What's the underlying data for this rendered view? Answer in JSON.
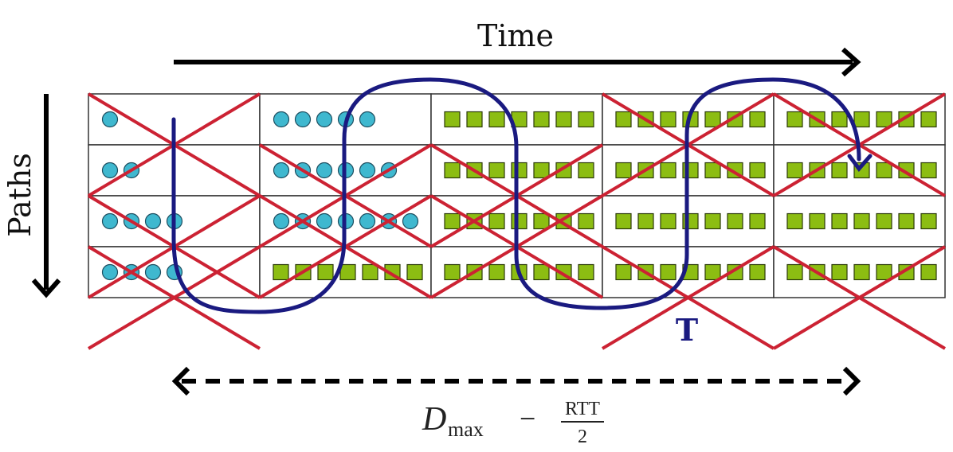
{
  "labels": {
    "time": "Time",
    "paths": "Paths",
    "t_marker": "T",
    "formula_d": "D",
    "formula_sub": "max",
    "formula_minus": "−",
    "formula_num": "RTT",
    "formula_den": "2"
  },
  "grid": {
    "rows": 4,
    "cols": 5,
    "cells": [
      [
        {
          "shape": "circle",
          "count": 1
        },
        {
          "shape": "circle",
          "count": 5
        },
        {
          "shape": "square",
          "count": 7
        },
        {
          "shape": "square",
          "count": 7
        },
        {
          "shape": "square",
          "count": 7
        }
      ],
      [
        {
          "shape": "circle",
          "count": 2
        },
        {
          "shape": "circle",
          "count": 6
        },
        {
          "shape": "square",
          "count": 7
        },
        {
          "shape": "square",
          "count": 7
        },
        {
          "shape": "square",
          "count": 7
        }
      ],
      [
        {
          "shape": "circle",
          "count": 4
        },
        {
          "shape": "circle",
          "count": 7
        },
        {
          "shape": "square",
          "count": 7
        },
        {
          "shape": "square",
          "count": 7
        },
        {
          "shape": "square",
          "count": 7
        }
      ],
      [
        {
          "shape": "circle",
          "count": 4
        },
        {
          "shape": "square",
          "count": 7
        },
        {
          "shape": "square",
          "count": 7
        },
        {
          "shape": "square",
          "count": 7
        },
        {
          "shape": "square",
          "count": 7
        }
      ]
    ],
    "crossed": [
      [
        0,
        0
      ],
      [
        2,
        0
      ],
      [
        3,
        0
      ],
      [
        1,
        1
      ],
      [
        2,
        1
      ],
      [
        1,
        2
      ],
      [
        2,
        2
      ],
      [
        0,
        3
      ],
      [
        3,
        3
      ],
      [
        0,
        4
      ],
      [
        3,
        4
      ]
    ]
  },
  "colors": {
    "circle": "#3fb8cf",
    "square": "#8cbd12",
    "cross": "#cc2233",
    "path": "#1a1a80",
    "grid": "#333333"
  }
}
